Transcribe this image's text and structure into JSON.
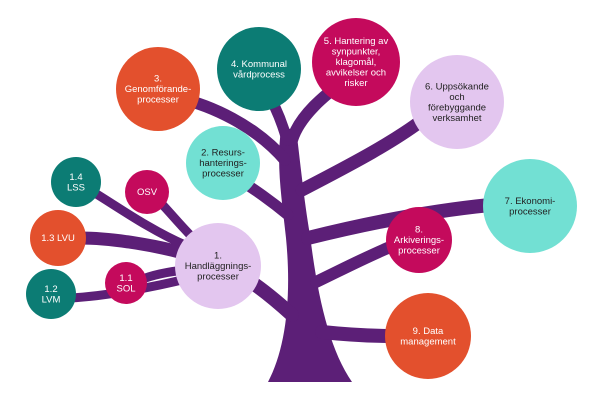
{
  "colors": {
    "trunk": "#5c1f77",
    "orange": "#e3502d",
    "teal": "#0c7c74",
    "aqua": "#72e0d3",
    "magenta": "#c40a5c",
    "lavender": "#e3c6ef",
    "text_light": "#ffffff",
    "text_dark": "#222222"
  },
  "nodes": [
    {
      "id": "n3",
      "lines": [
        "3.",
        "Genomförande-",
        "processer"
      ],
      "color": "orange",
      "text": "text_light"
    },
    {
      "id": "n4",
      "lines": [
        "4. Kommunal",
        "vårdprocess"
      ],
      "color": "teal",
      "text": "text_light"
    },
    {
      "id": "n5",
      "lines": [
        "5. Hantering av",
        "synpunkter,",
        "klagomål,",
        "avvikelser och",
        "risker"
      ],
      "color": "magenta",
      "text": "text_light"
    },
    {
      "id": "n6",
      "lines": [
        "6. Uppsökande",
        "och",
        "förebyggande",
        "verksamhet"
      ],
      "color": "lavender",
      "text": "text_dark"
    },
    {
      "id": "n2",
      "lines": [
        "2. Resurs-",
        "hanterings-",
        "processer"
      ],
      "color": "aqua",
      "text": "text_dark"
    },
    {
      "id": "n7",
      "lines": [
        "7. Ekonomi-",
        "processer"
      ],
      "color": "aqua",
      "text": "text_dark"
    },
    {
      "id": "n14",
      "lines": [
        "1.4",
        "LSS"
      ],
      "color": "teal",
      "text": "text_light"
    },
    {
      "id": "nosv",
      "lines": [
        "OSV"
      ],
      "color": "magenta",
      "text": "text_light"
    },
    {
      "id": "n13",
      "lines": [
        "1.3 LVU"
      ],
      "color": "orange",
      "text": "text_light"
    },
    {
      "id": "n1",
      "lines": [
        "1.",
        "Handläggnings-",
        "processer"
      ],
      "color": "lavender",
      "text": "text_dark"
    },
    {
      "id": "n8",
      "lines": [
        "8.",
        "Arkiverings-",
        "processer"
      ],
      "color": "magenta",
      "text": "text_light"
    },
    {
      "id": "n11",
      "lines": [
        "1.1",
        "SOL"
      ],
      "color": "magenta",
      "text": "text_light"
    },
    {
      "id": "n12",
      "lines": [
        "1.2",
        "LVM"
      ],
      "color": "teal",
      "text": "text_light"
    },
    {
      "id": "n9",
      "lines": [
        "9. Data",
        "management"
      ],
      "color": "orange",
      "text": "text_light"
    }
  ]
}
